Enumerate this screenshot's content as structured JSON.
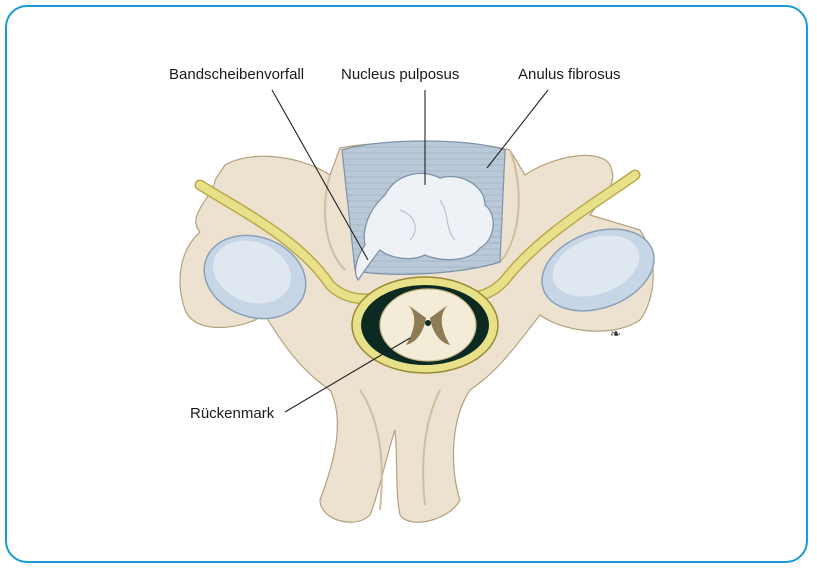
{
  "labels": {
    "disc_herniation": "Bandscheibenvorfall",
    "nucleus": "Nucleus pulposus",
    "annulus": "Anulus fibrosus",
    "spinal_cord": "Rückenmark"
  },
  "colors": {
    "frame": "#1a9ad6",
    "bone": "#ece2cf",
    "bone_shadow": "#cdbf9f",
    "disc": "#b9c9d8",
    "nucleus": "#eef2f6",
    "nerve": "#e9e08a",
    "canal": "#0d2a22",
    "cord": "#f3ecd7"
  }
}
